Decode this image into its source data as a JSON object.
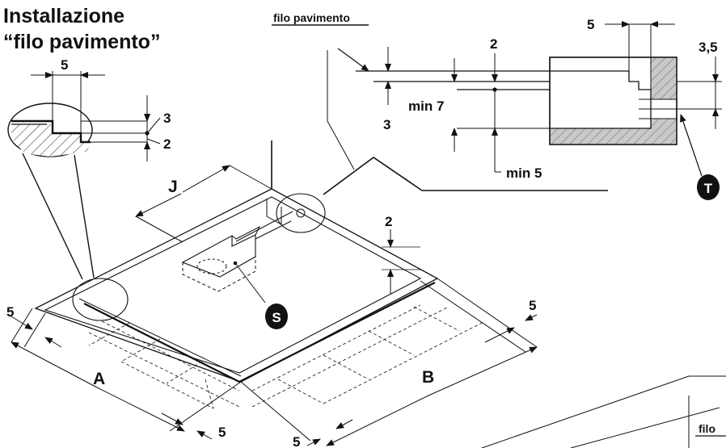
{
  "title": {
    "line1": "Installazione",
    "line2": "“filo pavimento”"
  },
  "labels": {
    "floor_label_top": "filo pavimento",
    "floor_label_cut": "filo",
    "dim_5_top_left": "5",
    "dim_3_detail": "3",
    "dim_2_detail": "2",
    "dim_3_top": "3",
    "dim_2_top": "2",
    "dim_min7": "min 7",
    "dim_min5": "min 5",
    "dim_5_top_right": "5",
    "dim_3_5": "3,5",
    "dim_J": "J",
    "dim_2_frame": "2",
    "dim_5_left": "5",
    "dim_5_right": "5",
    "dim_A": "A",
    "dim_B": "B",
    "dim_5_bottom_a": "5",
    "dim_5_bottom_b": "5",
    "callout_S": "S",
    "callout_T": "T"
  },
  "colors": {
    "line": "#111111",
    "hatch": "#bdbdbd",
    "callout_bg": "#111111",
    "callout_text": "#ffffff"
  }
}
